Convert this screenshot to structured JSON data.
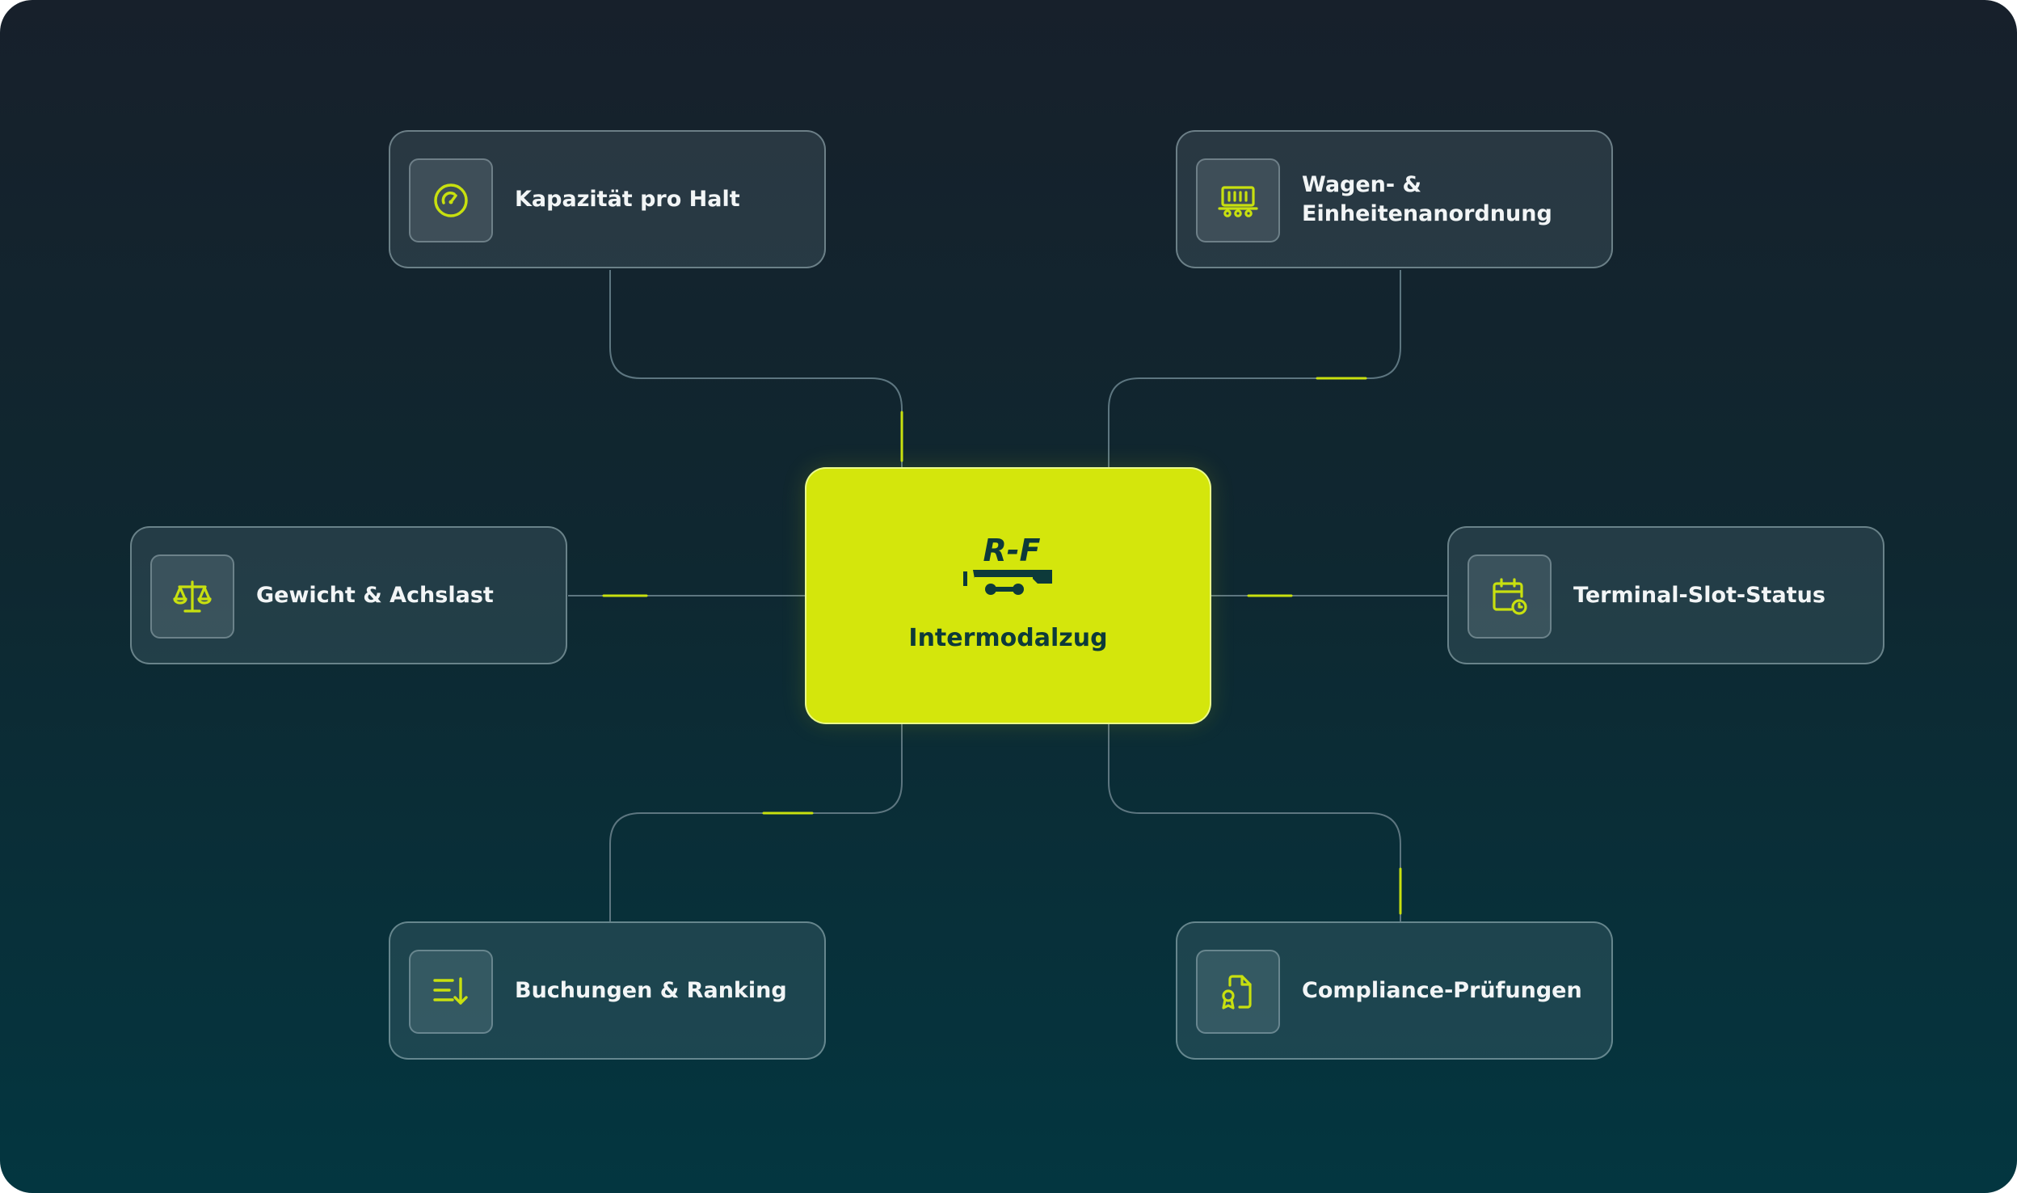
{
  "hub": {
    "title": "Intermodalzug",
    "logo_text": "R-F",
    "logo_icon": "train-wagon-logo"
  },
  "features": [
    {
      "label": "Kapazität pro Halt",
      "icon": "gauge-icon"
    },
    {
      "label": "Wagen- &\nEinheitenanordnung",
      "icon": "rail-wagon-icon"
    },
    {
      "label": "Gewicht & Achslast",
      "icon": "scale-icon"
    },
    {
      "label": "Terminal-Slot-Status",
      "icon": "calendar-clock-icon"
    },
    {
      "label": "Buchungen & Ranking",
      "icon": "sort-list-icon"
    },
    {
      "label": "Compliance-Prüfungen",
      "icon": "certificate-document-icon"
    }
  ],
  "colors": {
    "accent": "#d4e60c",
    "hub_text": "#0d3a3a",
    "background_top": "#17202b",
    "background_bottom": "#033640",
    "connector": "#5d7680"
  }
}
